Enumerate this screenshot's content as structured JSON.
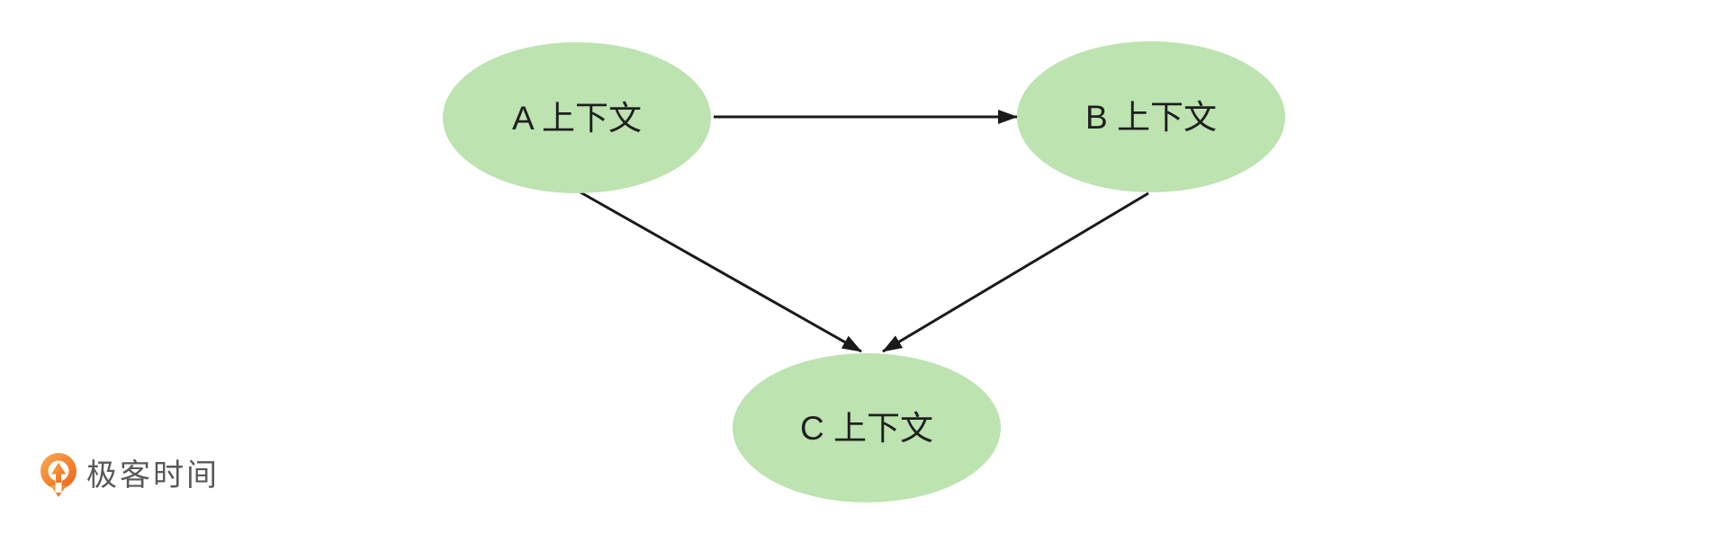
{
  "diagram": {
    "title": "context-relationship-diagram",
    "nodes": [
      {
        "id": "A",
        "label": "A 上下文"
      },
      {
        "id": "B",
        "label": "B 上下文"
      },
      {
        "id": "C",
        "label": "C 上下文"
      }
    ],
    "edges": [
      {
        "from": "A",
        "to": "B"
      },
      {
        "from": "A",
        "to": "C"
      },
      {
        "from": "B",
        "to": "C"
      }
    ]
  },
  "colors": {
    "background": "#ffffff",
    "node_fill": "#bce3b0",
    "node_text": "#1f1f1f",
    "edge": "#1a1a1a",
    "logo_text": "#595757",
    "logo_orange_light": "#f8ab4e",
    "logo_orange_dark": "#ec6216"
  },
  "logo": {
    "brand": "极客时间"
  }
}
